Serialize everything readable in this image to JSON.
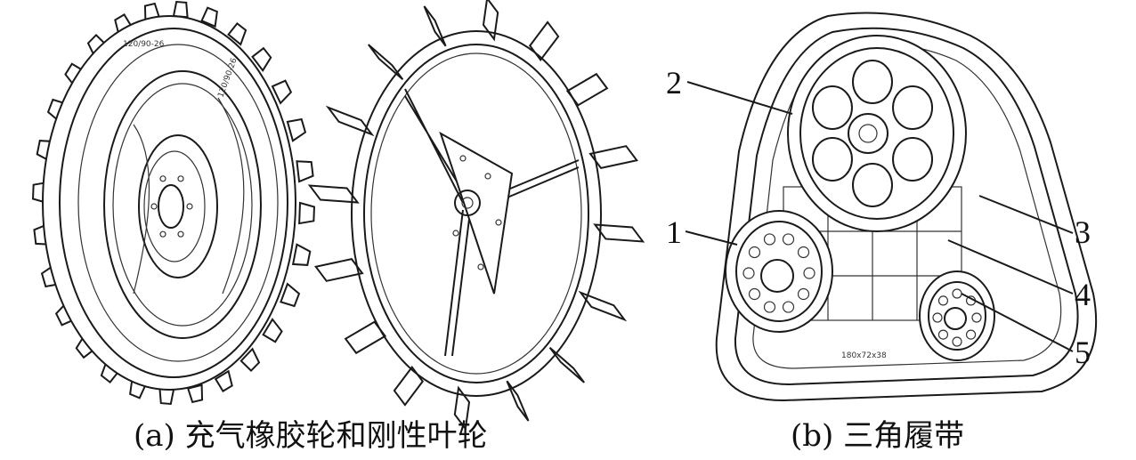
{
  "captions": {
    "a": "(a) 充气橡胶轮和刚性叶轮",
    "b": "(b) 三角履带"
  },
  "callouts": {
    "1": "1",
    "2": "2",
    "3": "3",
    "4": "4",
    "5": "5"
  },
  "tire_markings": {
    "size": "120/90-26",
    "track_size": "180x72x38"
  },
  "colors": {
    "line": "#1a1a1a",
    "background": "#ffffff"
  }
}
